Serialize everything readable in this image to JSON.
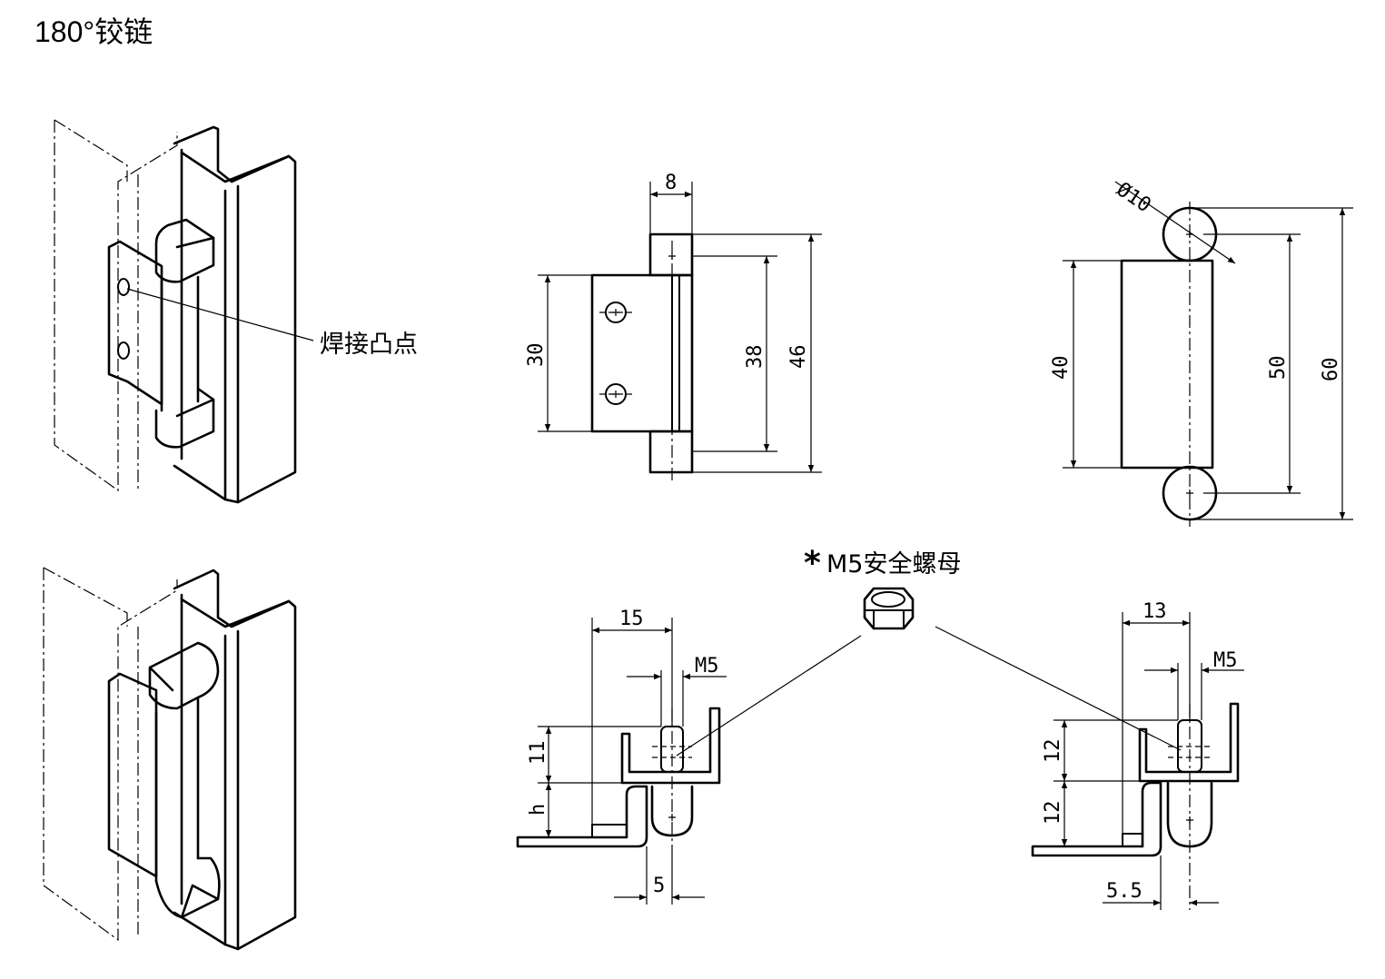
{
  "title": "180°铰链",
  "callouts": {
    "weld": "焊接凸点",
    "nut_marker": "*",
    "nut": "M5安全螺母"
  },
  "dimensions": {
    "front_width": "8",
    "front_body_height": "30",
    "front_hole_pitch": "38",
    "front_total_height": "46",
    "side_diameter": "Ø10",
    "side_body_height": "40",
    "side_pin_pitch": "50",
    "side_total_height": "60",
    "left_offset": "15",
    "left_thread": "M5",
    "left_height_upper": "11",
    "left_height_lower": "h",
    "left_thickness": "5",
    "right_offset": "13",
    "right_thread": "M5",
    "right_height_upper": "12",
    "right_height_lower": "12",
    "right_thickness": "5.5"
  }
}
